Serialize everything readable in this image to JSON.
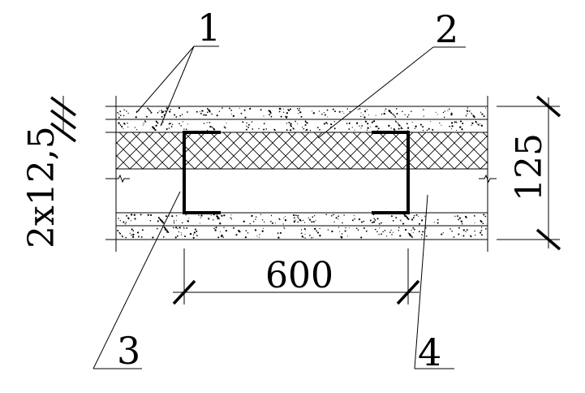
{
  "labels": {
    "gypsum_board": "1",
    "insulation": "2",
    "steel_stud": "3",
    "air_gap": "4"
  },
  "dimensions": {
    "board_thickness": "2x12,5",
    "wall_thickness": "125",
    "stud_spacing": "600"
  },
  "colors": {
    "line": "#000000",
    "background": "#ffffff"
  }
}
